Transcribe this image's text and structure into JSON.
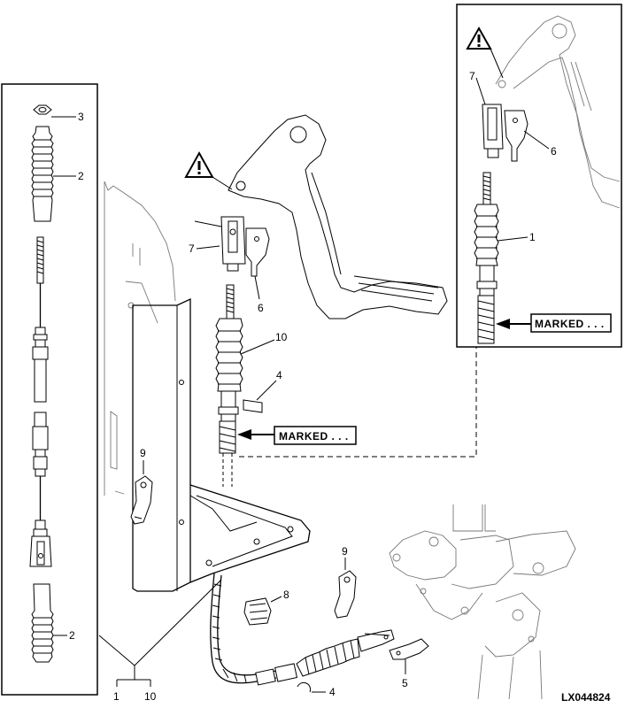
{
  "callouts": {
    "c1_inset": "1",
    "c2_top": "2",
    "c2_bottom": "2",
    "c3": "3",
    "c4_upper": "4",
    "c4_lower": "4",
    "c5": "5",
    "c6_main": "6",
    "c6_inset": "6",
    "c7_main": "7",
    "c7_inset": "7",
    "c8": "8",
    "c9_left": "9",
    "c9_right": "9",
    "c10": "10"
  },
  "marked_labels": {
    "main": "MARKED . . .",
    "inset": "MARKED . . ."
  },
  "bracket_labels": {
    "left": "1",
    "right": "10"
  },
  "figure_id": "LX044824",
  "icons": [
    "warning-icon",
    "warning-icon"
  ]
}
